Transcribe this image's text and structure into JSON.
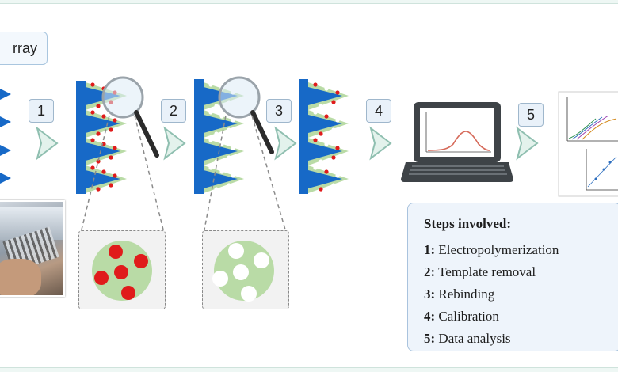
{
  "label_box": {
    "text": "rray"
  },
  "step_numbers": [
    "1",
    "2",
    "3",
    "4",
    "5"
  ],
  "steps_panel": {
    "title": "Steps involved:",
    "items": [
      {
        "num": "1:",
        "text": " Electropolymerization"
      },
      {
        "num": "2:",
        "text": " Template removal"
      },
      {
        "num": "3:",
        "text": " Rebinding"
      },
      {
        "num": "4:",
        "text": " Calibration"
      },
      {
        "num": "5:",
        "text": " Data analysis"
      }
    ]
  },
  "colors": {
    "electrode_blue": "#1769c7",
    "polymer_green": "#b9dba6",
    "template_red": "#e01b1b",
    "arrow_green": "#e3f2ec",
    "arrow_stroke": "#8fbfb0",
    "laptop_dark": "#3e4347",
    "curve_red": "#d66a5a"
  },
  "icons": [
    "magnifier-icon",
    "laptop-icon",
    "chevron-right-icon"
  ]
}
